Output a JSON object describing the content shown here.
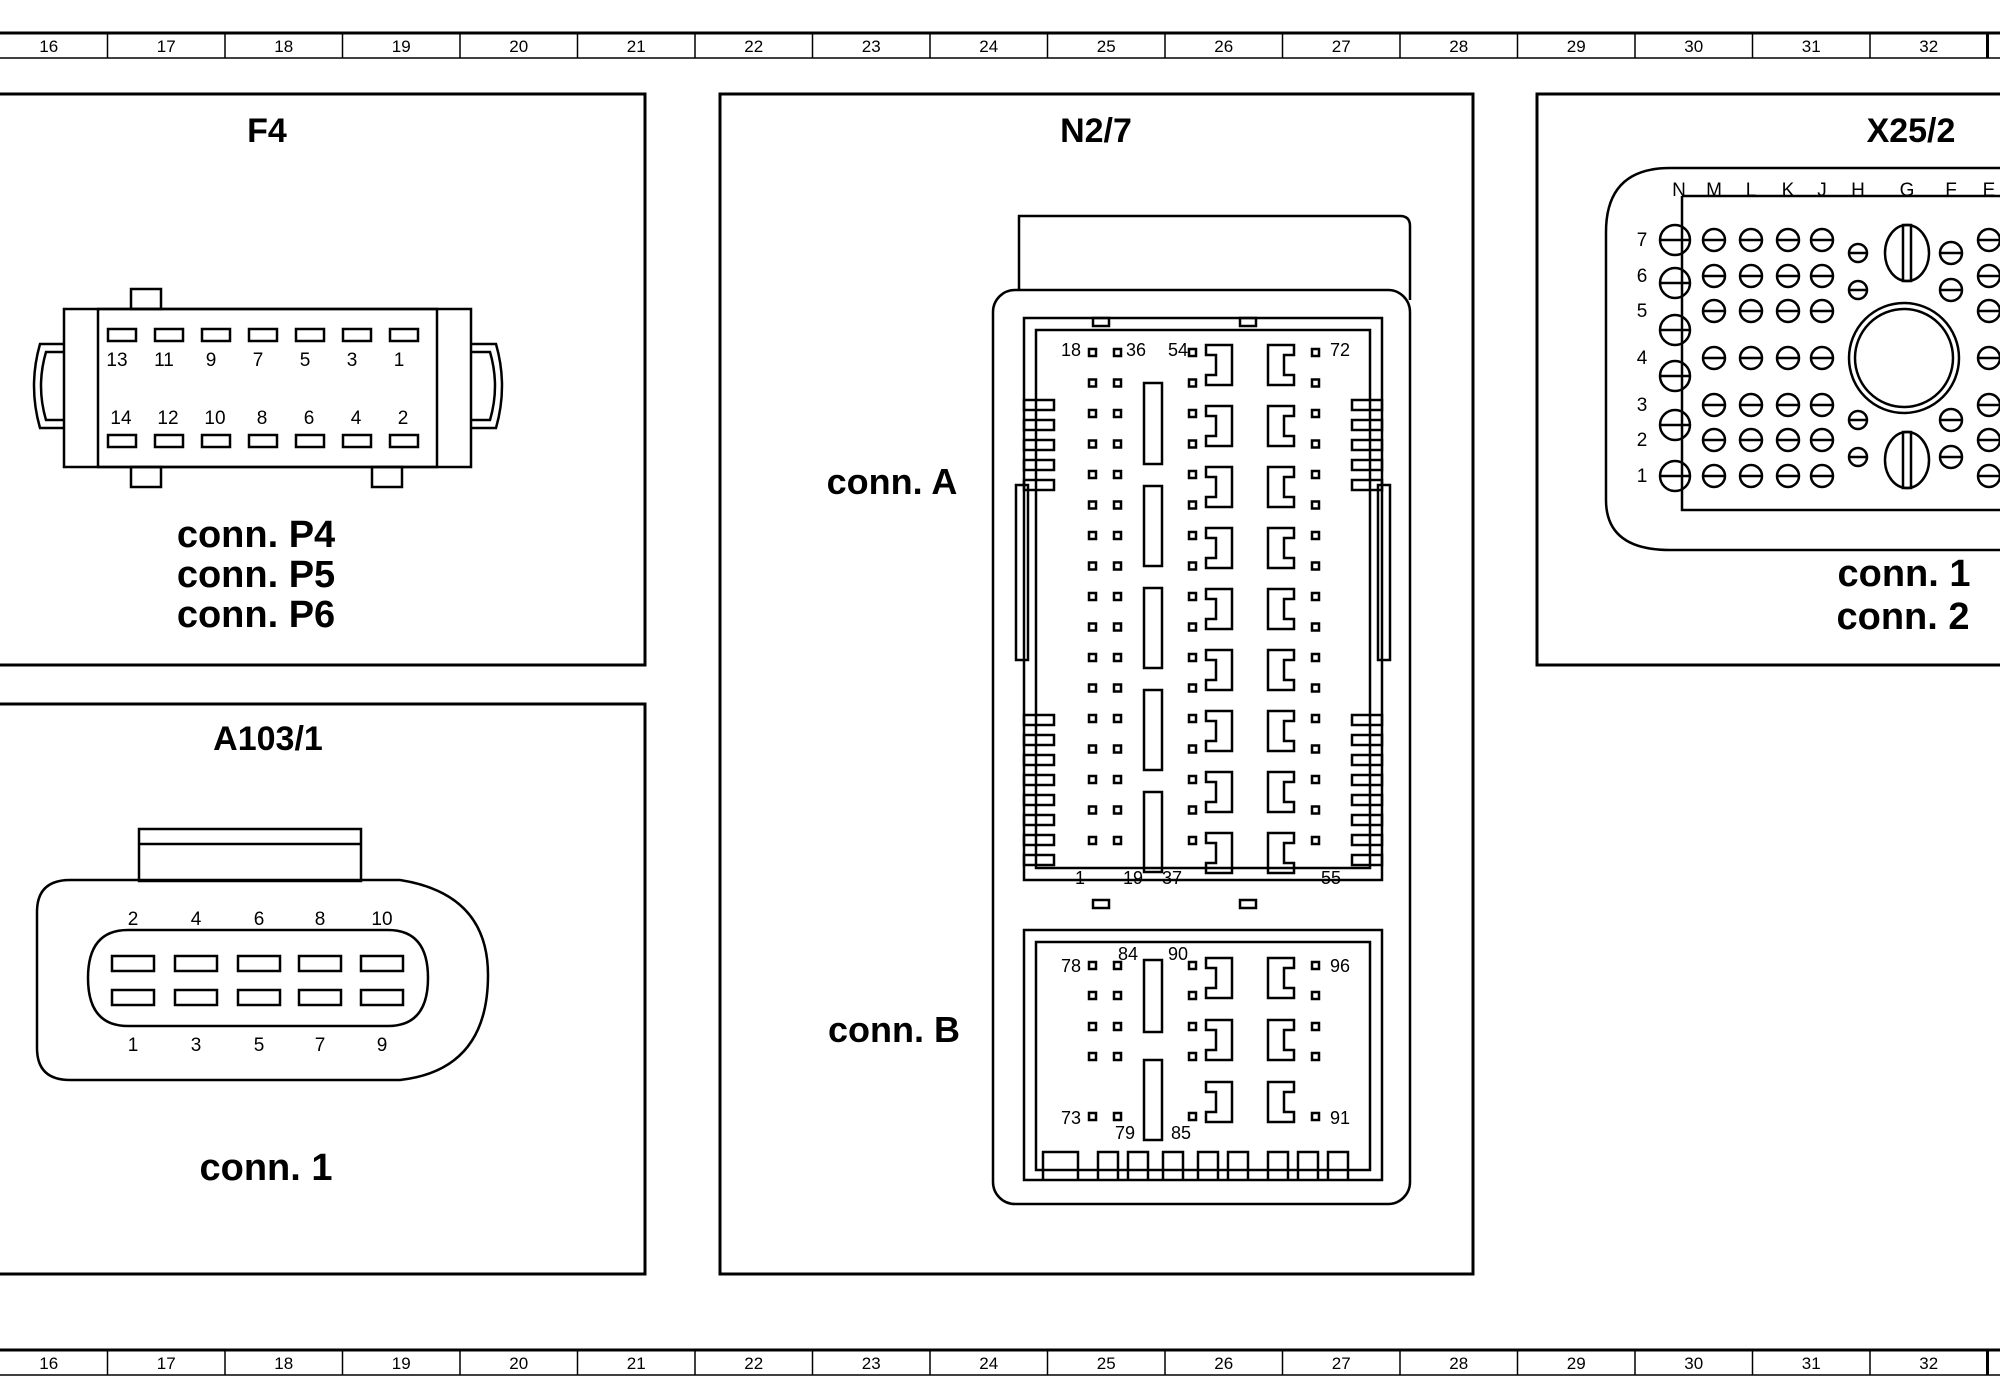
{
  "ruler": {
    "top": [
      "16",
      "17",
      "18",
      "19",
      "20",
      "21",
      "22",
      "23",
      "24",
      "25",
      "26",
      "27",
      "28",
      "29",
      "30",
      "31",
      "32"
    ],
    "bottom": [
      "16",
      "17",
      "18",
      "19",
      "20",
      "21",
      "22",
      "23",
      "24",
      "25",
      "26",
      "27",
      "28",
      "29",
      "30",
      "31",
      "32"
    ]
  },
  "panels": {
    "f4": {
      "title": "F4",
      "top_pins": [
        "13",
        "11",
        "9",
        "7",
        "5",
        "3",
        "1"
      ],
      "bottom_pins": [
        "14",
        "12",
        "10",
        "8",
        "6",
        "4",
        "2"
      ],
      "connectors": [
        "conn. P4",
        "conn. P5",
        "conn. P6"
      ]
    },
    "a103": {
      "title": "A103/1",
      "top_pins": [
        "2",
        "4",
        "6",
        "8",
        "10"
      ],
      "bottom_pins": [
        "1",
        "3",
        "5",
        "7",
        "9"
      ],
      "connectors": [
        "conn. 1"
      ]
    },
    "n27": {
      "title": "N2/7",
      "conn_a_label": "conn. A",
      "conn_b_label": "conn. B",
      "conn_a_top_pins": [
        "18",
        "36",
        "54",
        "72"
      ],
      "conn_a_bottom_pins": [
        "1",
        "19",
        "37",
        "55"
      ],
      "conn_b_top_pins": [
        "78",
        "84",
        "90",
        "96"
      ],
      "conn_b_bottom_pins": [
        "73",
        "79",
        "85",
        "91"
      ]
    },
    "x25": {
      "title": "X25/2",
      "column_letters": [
        "N",
        "M",
        "L",
        "K",
        "J",
        "H",
        "G",
        "F",
        "E"
      ],
      "row_numbers": [
        "7",
        "6",
        "5",
        "4",
        "3",
        "2",
        "1"
      ],
      "connectors": [
        "conn. 1",
        "conn. 2"
      ]
    }
  }
}
